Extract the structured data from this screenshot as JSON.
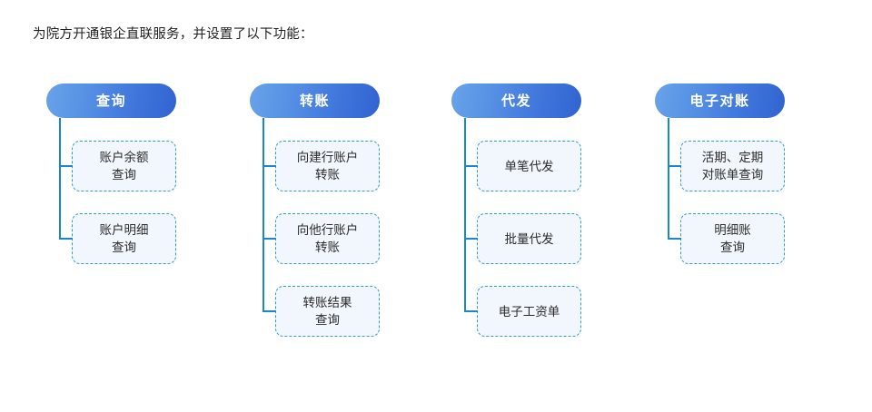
{
  "intro": {
    "text": "为院方开通银企直联服务，并设置了以下功能："
  },
  "colors": {
    "pill_gradient_start": "#68a3e9",
    "pill_gradient_end": "#3163d0",
    "connector_line": "#1a84d6",
    "child_border": "#2f9ae0",
    "child_fill": "#f2f7fd",
    "text": "#2b2b2b",
    "pill_text": "#ffffff"
  },
  "columns": [
    {
      "title": "查询",
      "items": [
        {
          "label": "账户余额\n查询"
        },
        {
          "label": "账户明细\n查询"
        }
      ]
    },
    {
      "title": "转账",
      "items": [
        {
          "label": "向建行账户\n转账"
        },
        {
          "label": "向他行账户\n转账"
        },
        {
          "label": "转账结果\n查询"
        }
      ]
    },
    {
      "title": "代发",
      "items": [
        {
          "label": "单笔代发"
        },
        {
          "label": "批量代发"
        },
        {
          "label": "电子工资单"
        }
      ]
    },
    {
      "title": "电子对账",
      "items": [
        {
          "label": "活期、定期\n对账单查询"
        },
        {
          "label": "明细账\n查询"
        }
      ]
    }
  ]
}
